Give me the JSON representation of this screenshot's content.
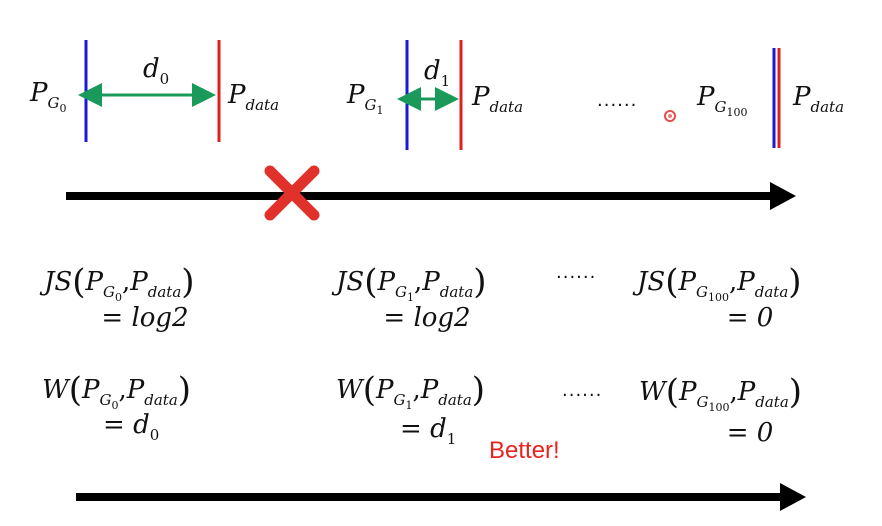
{
  "top_row": {
    "g0": {
      "p": "P",
      "sub": "G",
      "subsub": "0",
      "d": "d",
      "d_sub": "0",
      "data_p": "P",
      "data_sub": "data"
    },
    "g1": {
      "p": "P",
      "sub": "G",
      "subsub": "1",
      "d": "d",
      "d_sub": "1",
      "data_p": "P",
      "data_sub": "data"
    },
    "ellipsis": "......",
    "g100": {
      "p": "P",
      "sub": "G",
      "subsub": "100",
      "data_p": "P",
      "data_sub": "data"
    }
  },
  "js_row": {
    "c0": {
      "fn": "JS",
      "p1": "P",
      "p1_sub": "G",
      "p1_subsub": "0",
      "p2": "P",
      "p2_sub": "data",
      "result": "= log2"
    },
    "c1": {
      "fn": "JS",
      "p1": "P",
      "p1_sub": "G",
      "p1_subsub": "1",
      "p2": "P",
      "p2_sub": "data",
      "result": "= log2"
    },
    "ellipsis": "......",
    "c100": {
      "fn": "JS",
      "p1": "P",
      "p1_sub": "G",
      "p1_subsub": "100",
      "p2": "P",
      "p2_sub": "data",
      "result": "= 0"
    }
  },
  "w_row": {
    "c0": {
      "fn": "W",
      "p1": "P",
      "p1_sub": "G",
      "p1_subsub": "0",
      "p2": "P",
      "p2_sub": "data",
      "result_eq": "= ",
      "result_d": "d",
      "result_sub": "0"
    },
    "c1": {
      "fn": "W",
      "p1": "P",
      "p1_sub": "G",
      "p1_subsub": "1",
      "p2": "P",
      "p2_sub": "data",
      "result_eq": "= ",
      "result_d": "d",
      "result_sub": "1"
    },
    "ellipsis": "......",
    "c100": {
      "fn": "W",
      "p1": "P",
      "p1_sub": "G",
      "p1_subsub": "100",
      "p2": "P",
      "p2_sub": "data",
      "result": "= 0"
    }
  },
  "better_label": "Better!",
  "colors": {
    "generator": "#1a1ad6",
    "data": "#e02020",
    "distance": "#1a9a5a",
    "cross": "#e0322a",
    "better": "#e8241f",
    "arrow": "#000000"
  },
  "icons": {
    "cross": "x-cross-icon"
  }
}
